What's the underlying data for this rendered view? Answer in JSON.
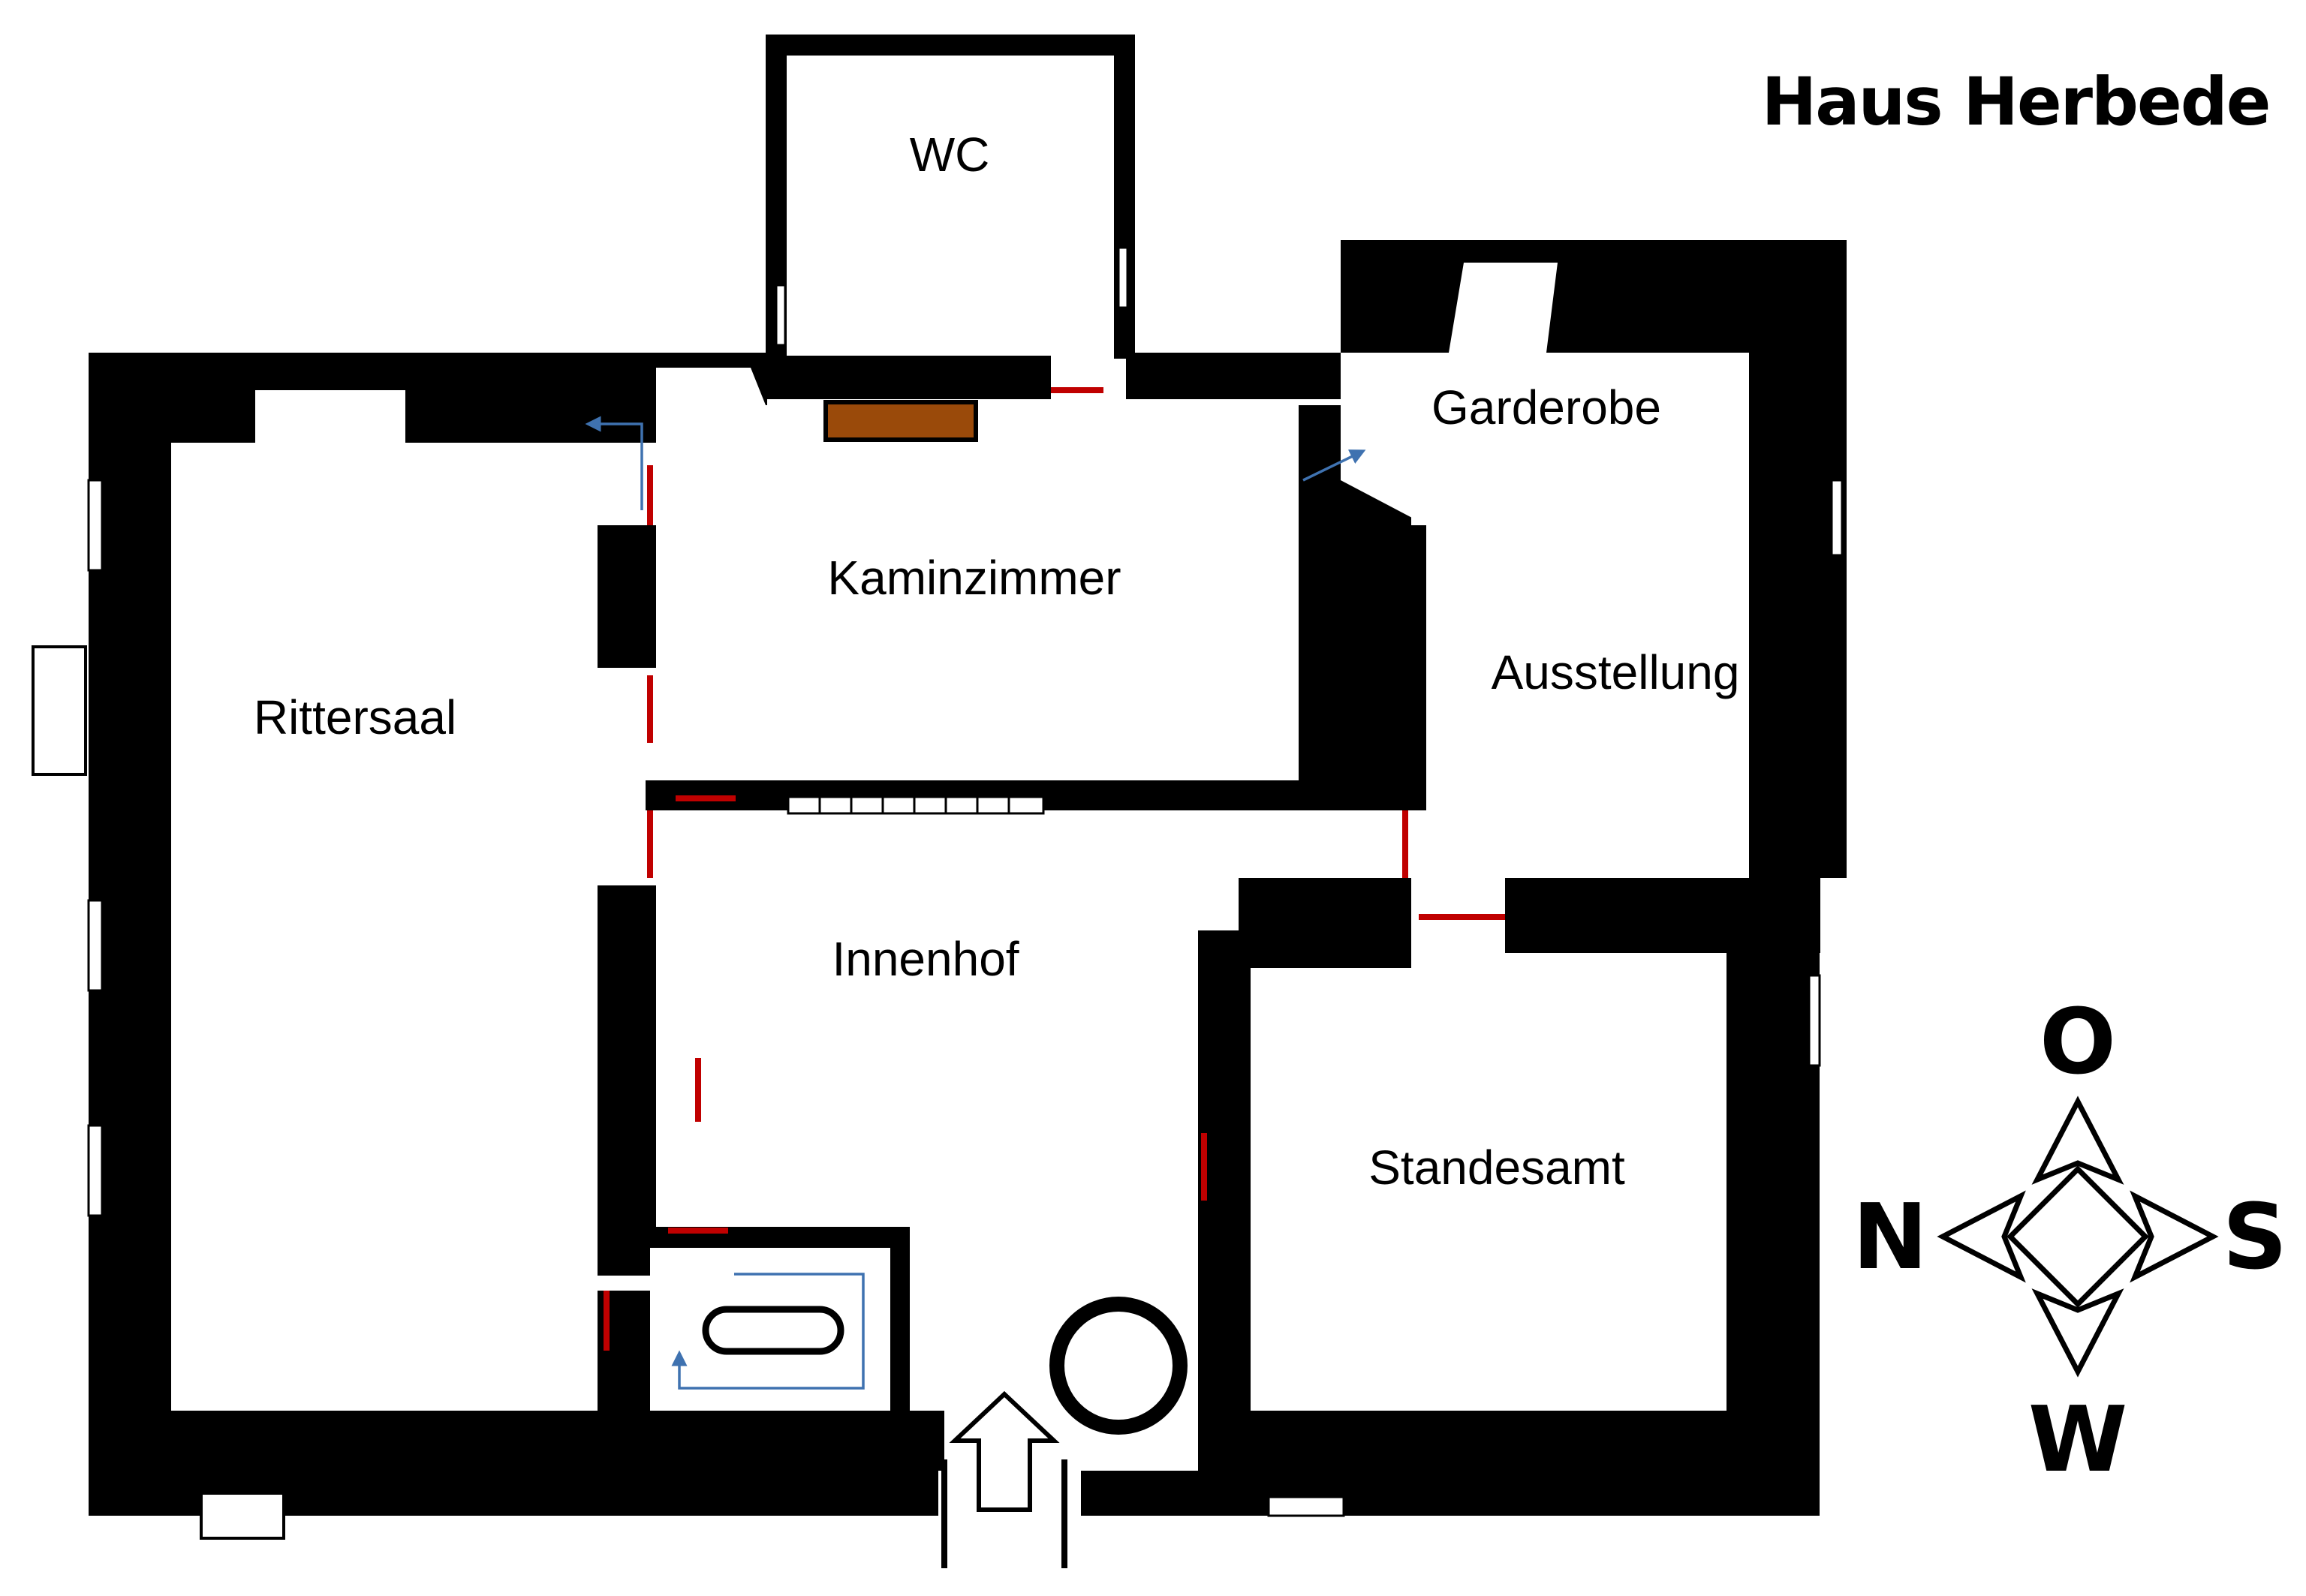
{
  "title": "Haus Herbede",
  "rooms": {
    "wc": "WC",
    "garderobe": "Garderobe",
    "kaminzimmer": "Kaminzimmer",
    "ausstellung": "Ausstellung",
    "rittersaal": "Rittersaal",
    "innenhof": "Innenhof",
    "standesamt": "Standesamt"
  },
  "compass": {
    "top": "O",
    "left": "N",
    "right": "S",
    "bottom": "W"
  },
  "colors": {
    "walls": "#000000",
    "doors": "#c00000",
    "fireplace": "#9a4a0a",
    "arrows": "#3f72b0"
  },
  "icons": [
    "entrance-arrow-icon",
    "well-icon",
    "bathtub-icon",
    "compass-rose-icon"
  ]
}
